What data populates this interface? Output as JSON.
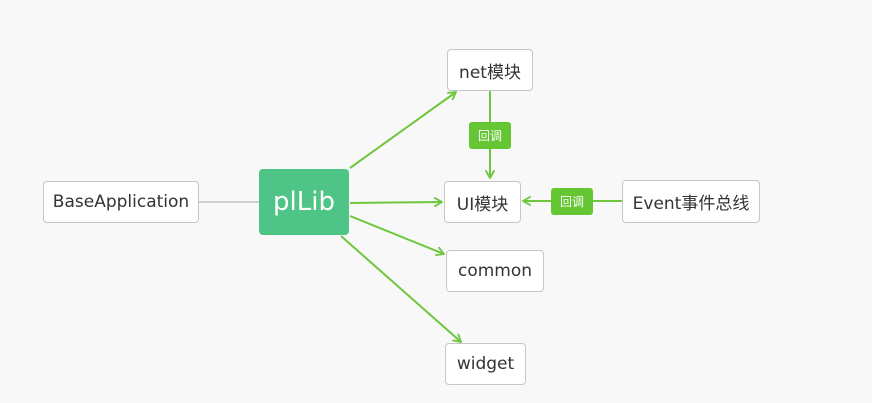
{
  "diagram": {
    "root": {
      "label": "plLib"
    },
    "parent": {
      "label": "BaseApplication"
    },
    "children": [
      {
        "label": "net模块"
      },
      {
        "label": "UI模块"
      },
      {
        "label": "common"
      },
      {
        "label": "widget"
      }
    ],
    "external": {
      "label": "Event事件总线"
    },
    "relations": [
      {
        "label": "回调"
      },
      {
        "label": "回调"
      }
    ]
  },
  "colors": {
    "background": "#f8f8f8",
    "root_fill": "#4fc487",
    "arrow": "#6dc63c",
    "tag_fill": "#63c632",
    "node_border": "#c6c6c6",
    "plain_link": "#aaaaaa"
  }
}
